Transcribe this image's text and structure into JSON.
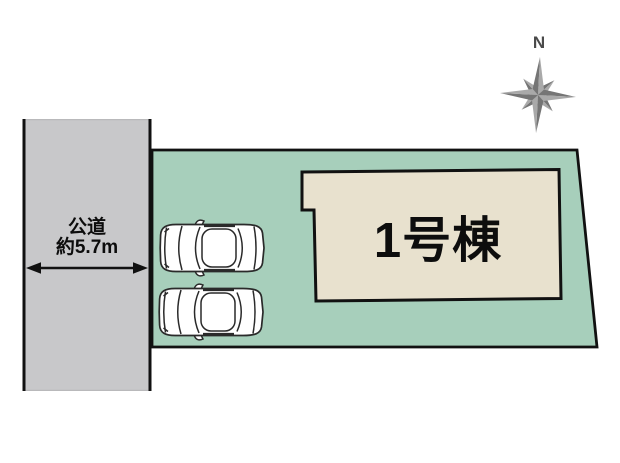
{
  "compass": {
    "north_label": "N",
    "icon": "compass-rose-icon"
  },
  "road": {
    "name_label": "公道",
    "width_label": "約5.7m"
  },
  "plot": {
    "building": {
      "label": "1号棟"
    },
    "parking": {
      "car_icon": "car-top-view-icon",
      "car_count": 2
    }
  },
  "colors": {
    "plot_green": "#a7cfbb",
    "road_gray": "#c8c8ca",
    "building_beige": "#e8e1ce",
    "outline_black": "#111111",
    "compass_dark": "#757575",
    "compass_light": "#a9a9a9"
  }
}
